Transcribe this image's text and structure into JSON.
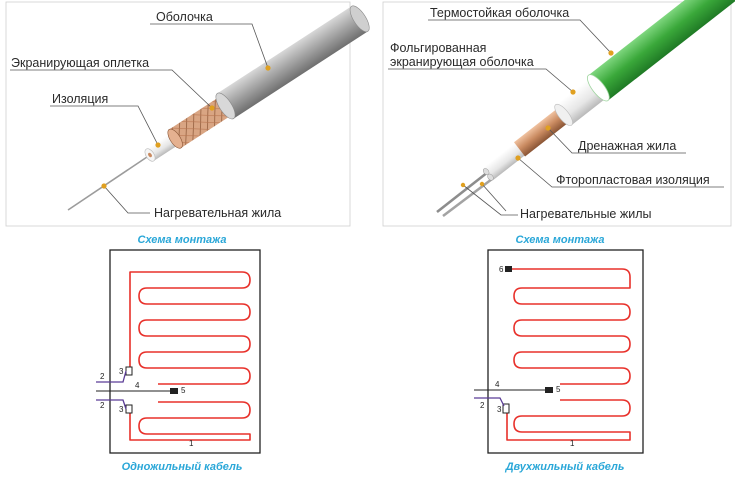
{
  "top_left": {
    "labels": {
      "sheath": "Оболочка",
      "shield_braid": "Экранирующая оплетка",
      "insulation": "Изоляция",
      "heating_core": "Нагревательная жила"
    }
  },
  "top_right": {
    "labels": {
      "heat_resistant_sheath": "Термостойкая оболочка",
      "foil_shield_line1": "Фольгированная",
      "foil_shield_line2": "экранирующая оболочка",
      "drain_wire": "Дренажная жила",
      "ptfe_insulation": "Фторопластовая изоляция",
      "heating_cores": "Нагревательные жилы"
    }
  },
  "schemes": {
    "left": {
      "title": "Схема монтажа",
      "caption": "Одножильный кабель",
      "markers": {
        "n1": "1",
        "n2a": "2",
        "n2b": "2",
        "n3a": "3",
        "n3b": "3",
        "n4": "4",
        "n5": "5"
      }
    },
    "right": {
      "title": "Схема монтажа",
      "caption": "Двухжильный кабель",
      "markers": {
        "n1": "1",
        "n2": "2",
        "n3": "3",
        "n4": "4",
        "n5": "5",
        "n6": "6"
      }
    }
  },
  "colors": {
    "heating_wire": "#e8302a",
    "power_lead": "#5b3c96",
    "caption": "#2aa7d8",
    "green_sheath": "#3aa83a",
    "grey_sheath": "#9a9a9a"
  }
}
